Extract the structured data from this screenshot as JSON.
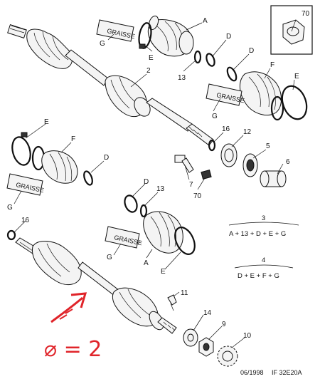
{
  "callouts": {
    "inset_ref": "70",
    "A": "A",
    "E": "E",
    "D": "D",
    "F": "F",
    "G": "G",
    "n2": "2",
    "n3": "3",
    "n4": "4",
    "n5": "5",
    "n6": "6",
    "n7": "7",
    "n9": "9",
    "n10": "10",
    "n11": "11",
    "n12": "12",
    "n13": "13",
    "n14": "14",
    "n16": "16",
    "n70": "70"
  },
  "grease_label": "GRAISSE",
  "kits": {
    "kit3_number": "3",
    "kit3_formula": "A + 13 + D + E + G",
    "kit4_number": "4",
    "kit4_formula": "D + E + F + G"
  },
  "footer": {
    "date": "06/1998",
    "reference": "IF 32E20A"
  },
  "annotation": {
    "handwritten": "⌀ = 2",
    "color": "#e0242a"
  }
}
